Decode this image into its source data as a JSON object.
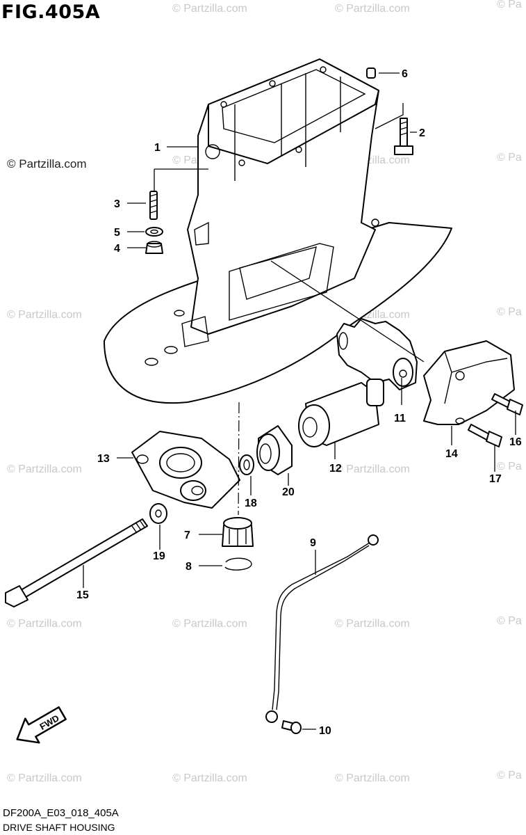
{
  "figure": {
    "title": "FIG.405A",
    "code": "DF200A_E03_018_405A",
    "name": "DRIVE SHAFT HOUSING"
  },
  "watermarks": {
    "main": "© Partzilla.com",
    "repeat": "© Partzilla.com",
    "partial": "© Pa"
  },
  "fwd_label": "FWD",
  "callouts": [
    "1",
    "2",
    "3",
    "4",
    "5",
    "6",
    "7",
    "8",
    "9",
    "10",
    "11",
    "12",
    "13",
    "14",
    "15",
    "16",
    "17",
    "18",
    "19",
    "20"
  ]
}
